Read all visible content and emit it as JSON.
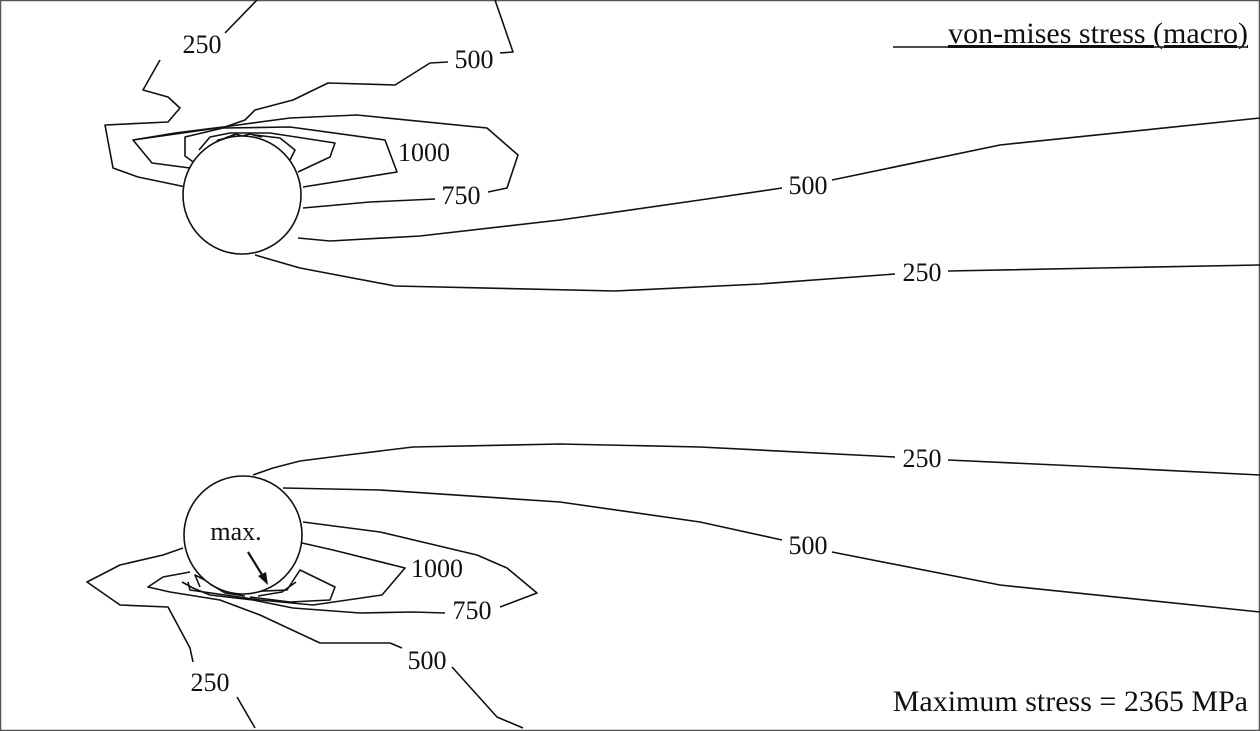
{
  "title": "von-mises stress (macro)",
  "footer": "Maximum stress = 2365 MPa",
  "max_marker": "max.",
  "contour_labels": {
    "top_250_upper": "250",
    "top_500_upper": "500",
    "top_1000": "1000",
    "top_750": "750",
    "top_500_right": "500",
    "top_250_right": "250",
    "bottom_250_right": "250",
    "bottom_500_right": "500",
    "bottom_1000": "1000",
    "bottom_750": "750",
    "bottom_500_lower": "500",
    "bottom_250_lower": "250"
  },
  "contour_levels_mpa": [
    250,
    500,
    750,
    1000
  ]
}
